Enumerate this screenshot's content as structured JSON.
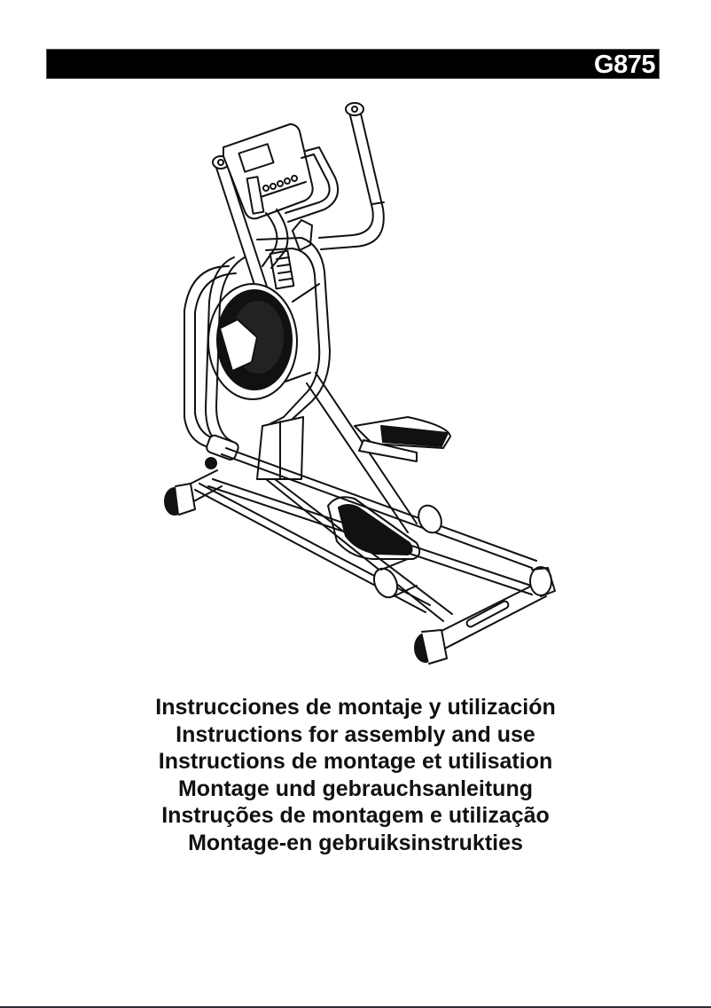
{
  "header": {
    "model": "G875",
    "bar_color": "#000000",
    "text_color": "#ffffff"
  },
  "illustration": {
    "subject": "elliptical-cross-trainer-line-drawing"
  },
  "titles": [
    "Instrucciones de montaje y utilización",
    "Instructions for assembly and use",
    "Instructions de montage et utilisation",
    "Montage und gebrauchsanleitung",
    "Instruções de montagem e utilização",
    "Montage-en gebruiksinstrukties"
  ]
}
